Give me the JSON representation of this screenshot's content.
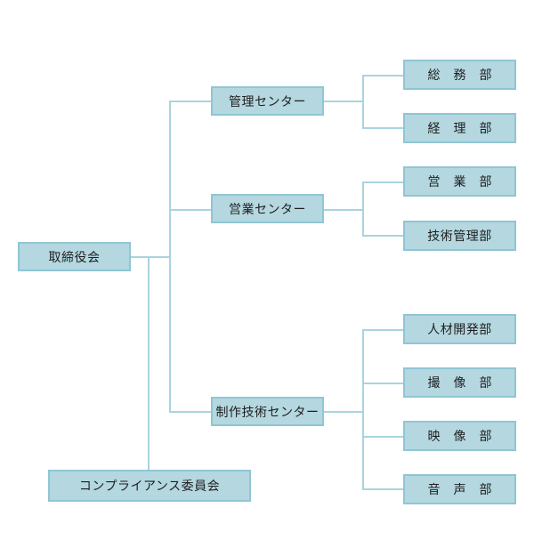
{
  "board": {
    "label": "取締役会"
  },
  "compliance": {
    "label": "コンプライアンス委員会"
  },
  "centers": {
    "management": {
      "label": "管理センター",
      "departments": [
        {
          "label": "総務部"
        },
        {
          "label": "経理部"
        }
      ]
    },
    "sales": {
      "label": "営業センター",
      "departments": [
        {
          "label": "営業部"
        },
        {
          "label": "技術管理部"
        }
      ]
    },
    "production": {
      "label": "制作技術センター",
      "departments": [
        {
          "label": "人材開発部"
        },
        {
          "label": "撮像部"
        },
        {
          "label": "映像部"
        },
        {
          "label": "音声部"
        }
      ]
    }
  },
  "colors": {
    "box_fill": "#b4d7e0",
    "box_border": "#8fc6d4",
    "connector": "#a8d4df"
  }
}
